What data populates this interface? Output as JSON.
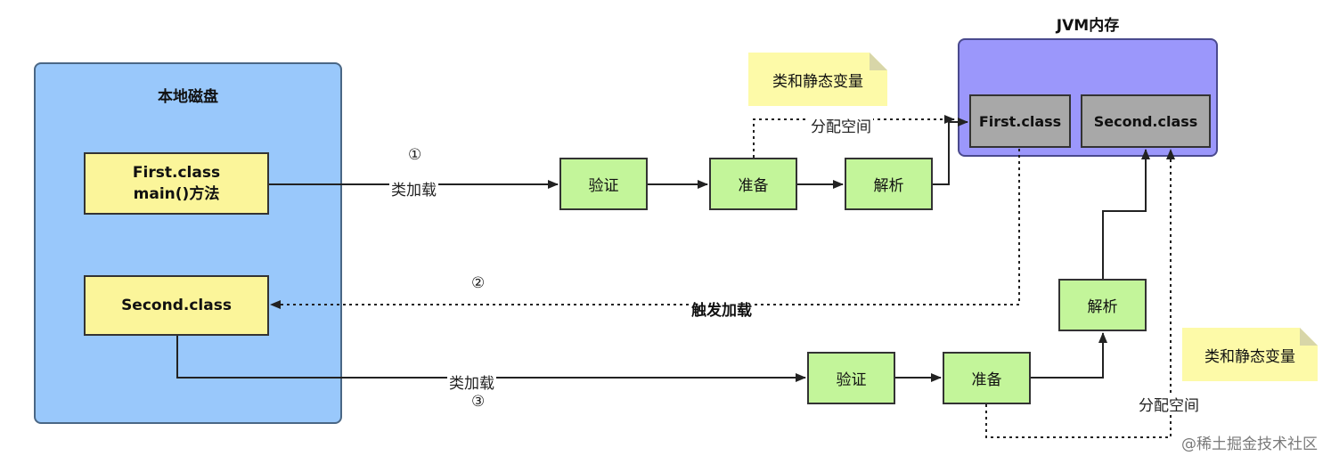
{
  "disk": {
    "title": "本地磁盘"
  },
  "jvm": {
    "title": "JVM内存"
  },
  "first_box": {
    "line1": "First.class",
    "line2": "main()方法"
  },
  "second_box": {
    "label": "Second.class"
  },
  "top_flow": {
    "step_num": "①",
    "load_label": "类加载",
    "verify": "验证",
    "prepare": "准备",
    "resolve": "解析",
    "alloc_label": "分配空间",
    "note": "类和静态变量"
  },
  "trigger": {
    "step_num": "②",
    "label": "触发加载"
  },
  "bottom_flow": {
    "step_num": "③",
    "load_label": "类加载",
    "verify": "验证",
    "prepare": "准备",
    "resolve": "解析",
    "alloc_label": "分配空间",
    "note": "类和静态变量"
  },
  "jvm_boxes": {
    "first": "First.class",
    "second": "Second.class"
  },
  "watermark": "@稀土掘金技术社区"
}
